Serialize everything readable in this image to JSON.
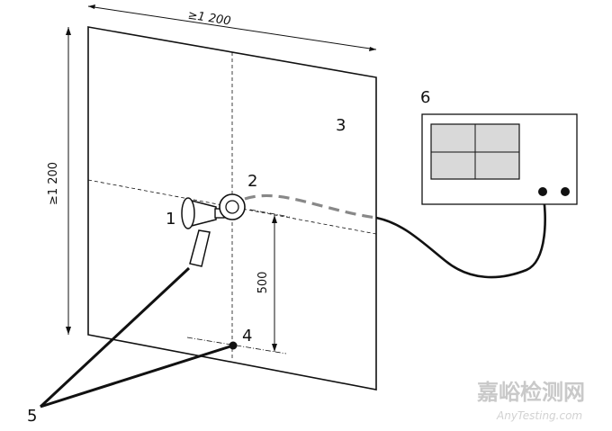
{
  "figure": {
    "dimensions": {
      "width_label": "≥1 200",
      "height_label": "≥1 200",
      "mic_height_label": "500"
    },
    "callouts": {
      "c1": "1",
      "c2": "2",
      "c3": "3",
      "c4": "4",
      "c5": "5",
      "c6": "6"
    },
    "watermark": {
      "cn": "嘉峪检测网",
      "en": "AnyTesting.com"
    },
    "colors": {
      "line": "#111111",
      "cable_dashed": "#888888",
      "screen_fill": "#d9d9d9"
    }
  }
}
